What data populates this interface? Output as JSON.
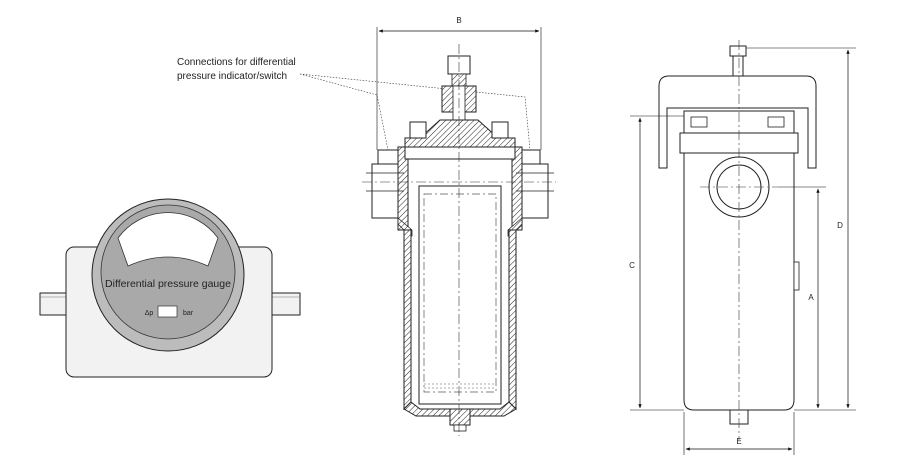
{
  "callout": {
    "line1": "Connections for differential",
    "line2": "pressure indicator/switch"
  },
  "gauge": {
    "title": "Differential pressure gauge",
    "delta_p_label": "Δp",
    "unit_label": "bar"
  },
  "dimensions": {
    "a": "A",
    "b": "B",
    "c": "C",
    "d": "D",
    "e": "E"
  }
}
